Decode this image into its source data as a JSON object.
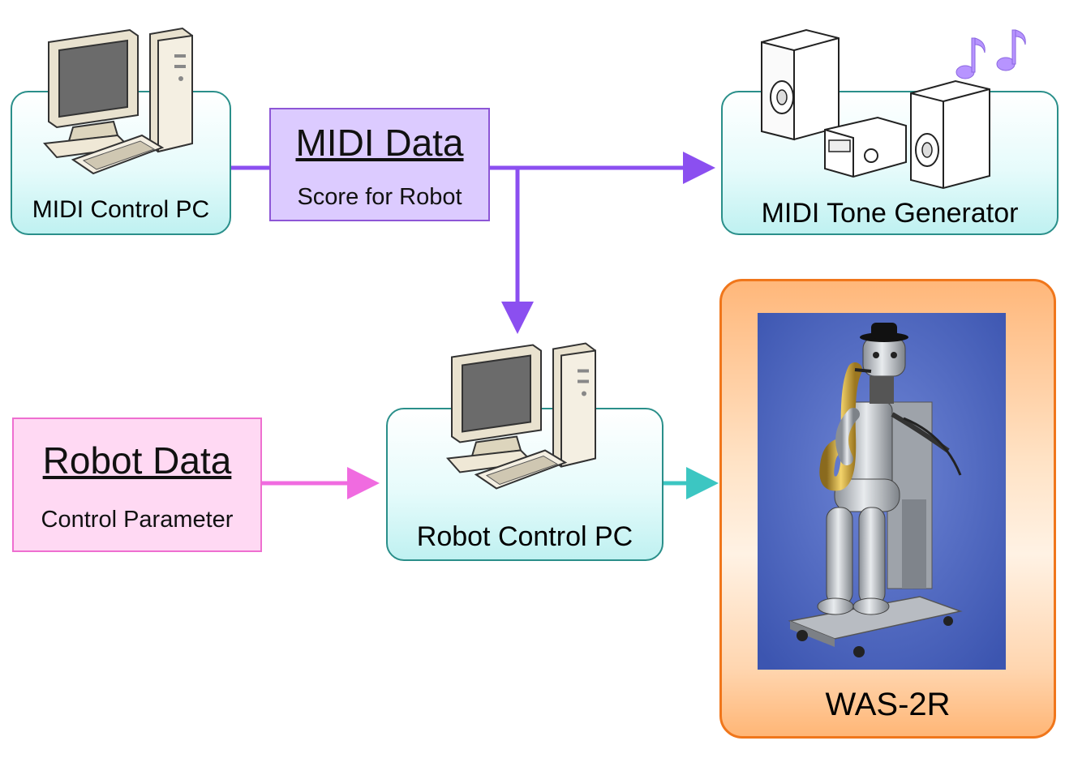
{
  "nodes": {
    "midi_control_pc": {
      "label": "MIDI Control PC"
    },
    "midi_data": {
      "title": "MIDI Data",
      "subtitle": "Score for Robot"
    },
    "tone_generator": {
      "label": "MIDI Tone Generator"
    },
    "robot_data": {
      "title": "Robot Data",
      "subtitle": "Control Parameter"
    },
    "robot_control_pc": {
      "label": "Robot Control PC"
    },
    "robot": {
      "label": "WAS-2R"
    }
  },
  "edges": [
    {
      "from": "midi_control_pc",
      "to": "midi_data"
    },
    {
      "from": "midi_data",
      "to": "tone_generator"
    },
    {
      "from": "midi_data",
      "to": "robot_control_pc"
    },
    {
      "from": "robot_data",
      "to": "robot_control_pc"
    },
    {
      "from": "robot_control_pc",
      "to": "robot"
    }
  ],
  "colors": {
    "midi_arrow": "#8b4ff0",
    "robot_data_arrow": "#f06be0",
    "robot_arrow": "#3cc6c2",
    "pc_border": "#2a8f8a",
    "robot_panel_border": "#f0761b"
  },
  "icons": [
    "desktop-pc-icon",
    "speaker-icon",
    "stereo-amplifier-icon",
    "music-notes-icon",
    "saxophone-robot-photo"
  ]
}
